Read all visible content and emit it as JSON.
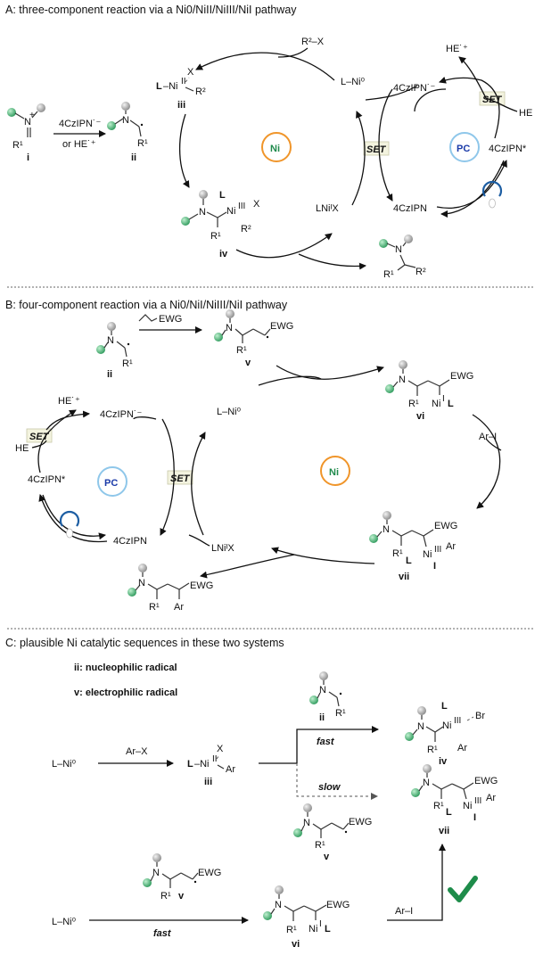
{
  "sections": {
    "A": {
      "title": "A: three-component reaction via a Ni0/NiII/NiIII/NiI pathway"
    },
    "B": {
      "title": "B: four-component reaction via a Ni0/NiI/NiIII/NiI pathway"
    },
    "C": {
      "title": "C: plausible Ni catalytic sequences in these two systems"
    }
  },
  "labels": {
    "r2x": "R²–X",
    "lni0": "L–Ni⁰",
    "cat_radical_anion": "4CzIPN˙⁻",
    "cat": "4CzIPN",
    "cat_excited": "4CzIPN*",
    "he_rc": "HE˙⁺",
    "he": "HE",
    "set": "SET",
    "ni": "Ni",
    "pc": "PC",
    "cond1": "4CzIPN˙⁻",
    "cond2": "or HE˙⁺",
    "lnix": "LNiᴵX",
    "ewg": "EWG",
    "ari": "Ar–I",
    "arx": "Ar–X",
    "fast": "fast",
    "slow": "slow",
    "nuc_radical": "ii: nucleophilic radical",
    "elec_radical": "v: electrophilic radical",
    "cpd_i": "i",
    "cpd_ii": "ii",
    "cpd_iii": "iii",
    "cpd_iv": "iv",
    "cpd_v": "v",
    "cpd_vi": "vi",
    "cpd_vii": "vii"
  },
  "colors": {
    "ni_circle": "#f0952a",
    "ni_text": "#1f8a4c",
    "pc_circle": "#8fc7ea",
    "pc_text": "#1a3aa8",
    "green_ball": "#3aa26a",
    "gray_ball": "#9a9a9a",
    "check": "#1e8c4a"
  }
}
